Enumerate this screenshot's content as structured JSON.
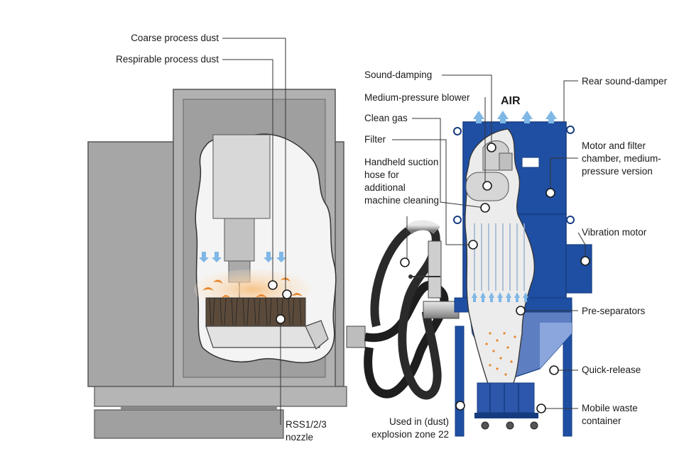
{
  "labels": {
    "coarse_dust": "Coarse process dust",
    "respirable_dust": "Respirable process dust",
    "sound_damping": "Sound-damping",
    "medium_pressure_blower": "Medium-pressure blower",
    "clean_gas": "Clean gas",
    "filter": "Filter",
    "handheld_hose": "Handheld suction hose for additional machine cleaning",
    "rear_sound_damper": "Rear sound-damper",
    "motor_filter_chamber": "Motor and filter chamber, medium-pressure version",
    "vibration_motor": "Vibration motor",
    "pre_separators": "Pre-separators",
    "quick_release": "Quick-release",
    "mobile_waste_container": "Mobile waste container",
    "explosion_zone": "Used in (dust) explosion zone 22",
    "nozzle": "RSS1/2/3 nozzle",
    "air": "AIR"
  },
  "colors": {
    "machine_grey": "#a9a9a9",
    "machine_dark": "#8c8c8c",
    "unit_blue": "#1f4fa3",
    "unit_blue_dark": "#163c80",
    "arrow_blue": "#7fb7e6",
    "dust_orange": "#e8852a",
    "leader_line": "#333333"
  }
}
